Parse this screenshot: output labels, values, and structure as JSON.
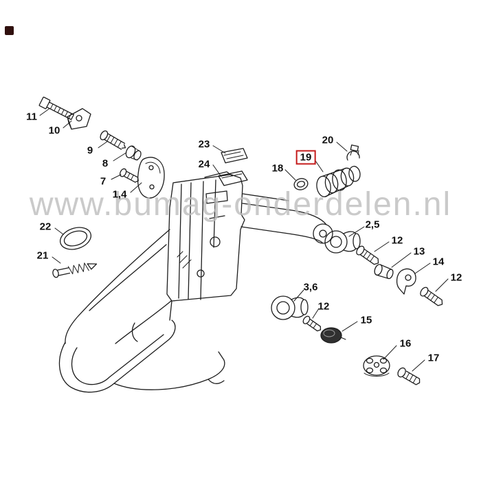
{
  "colors": {
    "highlight": "#c41a1a",
    "watermark": "#bdbdbd",
    "line": "#1c1c1c",
    "background": "#ffffff"
  },
  "watermark": {
    "text": "www.bumag-onderdelen.nl"
  },
  "diagram": {
    "type": "exploded-parts-drawing",
    "highlighted_part": "19",
    "labels": [
      {
        "text": "11",
        "highlighted": false
      },
      {
        "text": "10",
        "highlighted": false
      },
      {
        "text": "9",
        "highlighted": false
      },
      {
        "text": "8",
        "highlighted": false
      },
      {
        "text": "7",
        "highlighted": false
      },
      {
        "text": "1,4",
        "highlighted": false
      },
      {
        "text": "23",
        "highlighted": false
      },
      {
        "text": "24",
        "highlighted": false
      },
      {
        "text": "18",
        "highlighted": false
      },
      {
        "text": "19",
        "highlighted": true
      },
      {
        "text": "20",
        "highlighted": false
      },
      {
        "text": "22",
        "highlighted": false
      },
      {
        "text": "21",
        "highlighted": false
      },
      {
        "text": "2,5",
        "highlighted": false
      },
      {
        "text": "12",
        "highlighted": false
      },
      {
        "text": "13",
        "highlighted": false
      },
      {
        "text": "14",
        "highlighted": false
      },
      {
        "text": "12",
        "highlighted": false
      },
      {
        "text": "3,6",
        "highlighted": false
      },
      {
        "text": "12",
        "highlighted": false
      },
      {
        "text": "15",
        "highlighted": false
      },
      {
        "text": "16",
        "highlighted": false
      },
      {
        "text": "17",
        "highlighted": false
      }
    ]
  }
}
